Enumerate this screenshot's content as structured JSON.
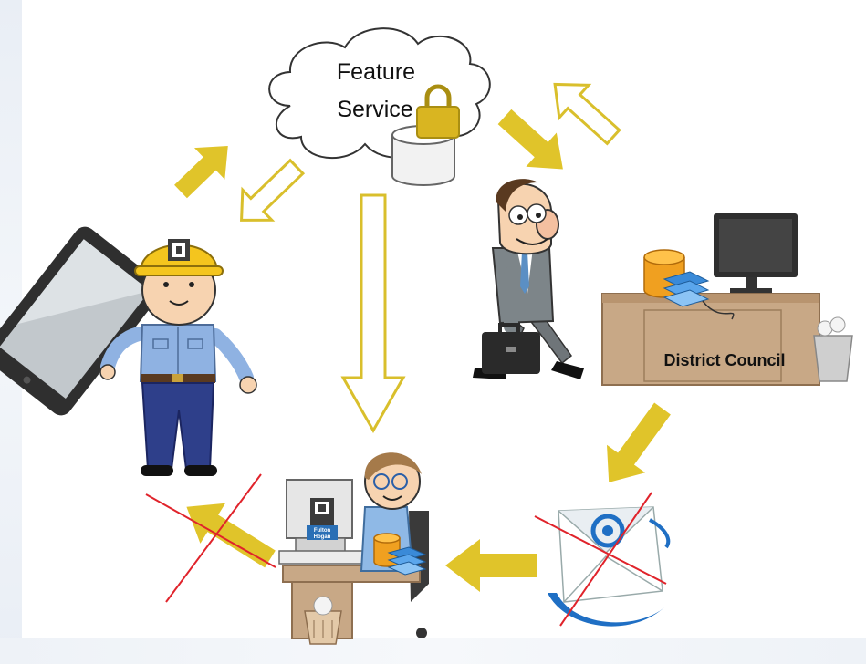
{
  "cloud": {
    "line1": "Feature",
    "line2": "Service"
  },
  "council": {
    "label": "District Council"
  },
  "office_logo": {
    "line1": "Fulton",
    "line2": "Hogan"
  },
  "colors": {
    "arrow_fill": "#e0c42a",
    "arrow_outline": "#d9bf2c",
    "cross_red": "#e0232b",
    "desk": "#c8a886",
    "suit": "#7d8589",
    "shirt_blue": "#8fb2e2",
    "helmet": "#f4c51e"
  },
  "icons": [
    "cloud-icon",
    "padlock-icon",
    "database-icon",
    "tablet-icon",
    "field-worker-icon",
    "businessman-icon",
    "briefcase-icon",
    "computer-monitor-icon",
    "email-icon",
    "office-worker-icon",
    "trash-bin-icon"
  ]
}
